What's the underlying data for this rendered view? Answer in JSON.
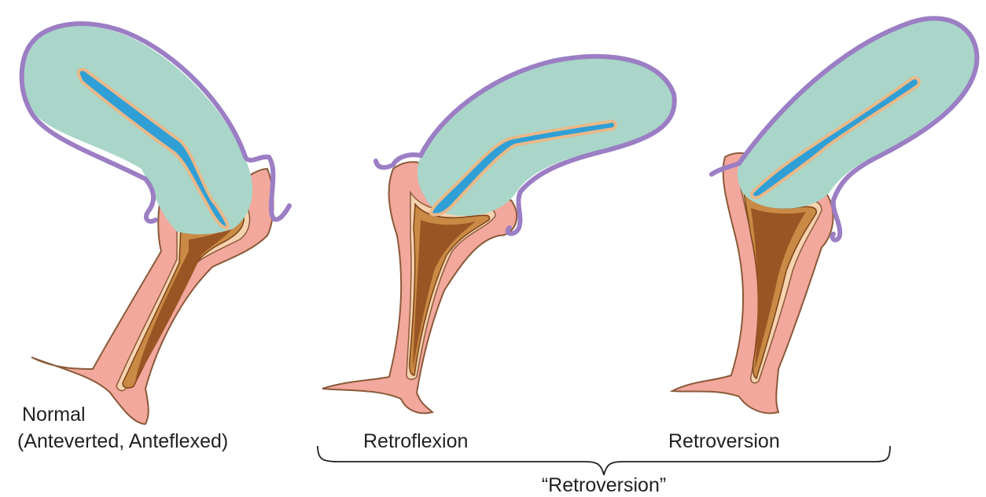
{
  "figure": {
    "panels": [
      {
        "id": "normal",
        "label_line1": "Normal",
        "label_line2": "(Anteverted, Anteflexed)"
      },
      {
        "id": "retroflexion",
        "label": "Retroflexion"
      },
      {
        "id": "retroversion",
        "label": "Retroversion"
      }
    ],
    "group_label": "“Retroversion”"
  },
  "colors": {
    "peritoneum": "#9b7ec4",
    "uterus_body": "#a9d6c9",
    "cavity_outline": "#e8b98a",
    "cavity": "#2f9fd6",
    "cervix_pink": "#f2a89c",
    "vagina_brown": "#b46a35",
    "vagina_tan": "#d6a55a",
    "mucosa_cream": "#f7d3b0",
    "text": "#231f20"
  }
}
